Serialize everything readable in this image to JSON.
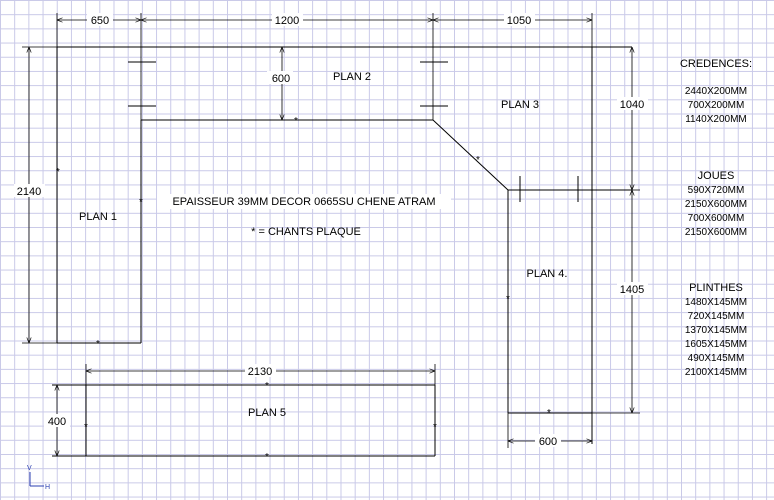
{
  "dimensions": {
    "d650": "650",
    "d1200": "1200",
    "d1050": "1050",
    "d600_top": "600",
    "d1040": "1040",
    "d2140": "2140",
    "d1405": "1405",
    "d2130": "2130",
    "d400": "400",
    "d600_bottom": "600"
  },
  "plans": {
    "plan1": "PLAN 1",
    "plan2": "PLAN 2",
    "plan3": "PLAN 3",
    "plan4": "PLAN 4.",
    "plan5": "PLAN 5"
  },
  "notes": {
    "epaisseur": "EPAISSEUR 39MM DECOR 0665SU CHENE ATRAM",
    "chants": "* = CHANTS PLAQUE",
    "marker": "*"
  },
  "lists": {
    "credences": {
      "title": "CREDENCES:",
      "items": [
        "2440X200MM",
        "700X200MM",
        "1140X200MM"
      ]
    },
    "joues": {
      "title": "JOUES",
      "items": [
        "590X720MM",
        "2150X600MM",
        "700X600MM",
        "2150X600MM"
      ]
    },
    "plinthes": {
      "title": "PLINTHES",
      "items": [
        "1480X145MM",
        "720X145MM",
        "1370X145MM",
        "1605X145MM",
        "490X145MM",
        "2100X145MM"
      ]
    }
  },
  "axis": {
    "v": "V",
    "h": "H"
  },
  "colors": {
    "grid": "#c9c9e8",
    "lines": "#000000",
    "axis": "#2b3fb0"
  }
}
